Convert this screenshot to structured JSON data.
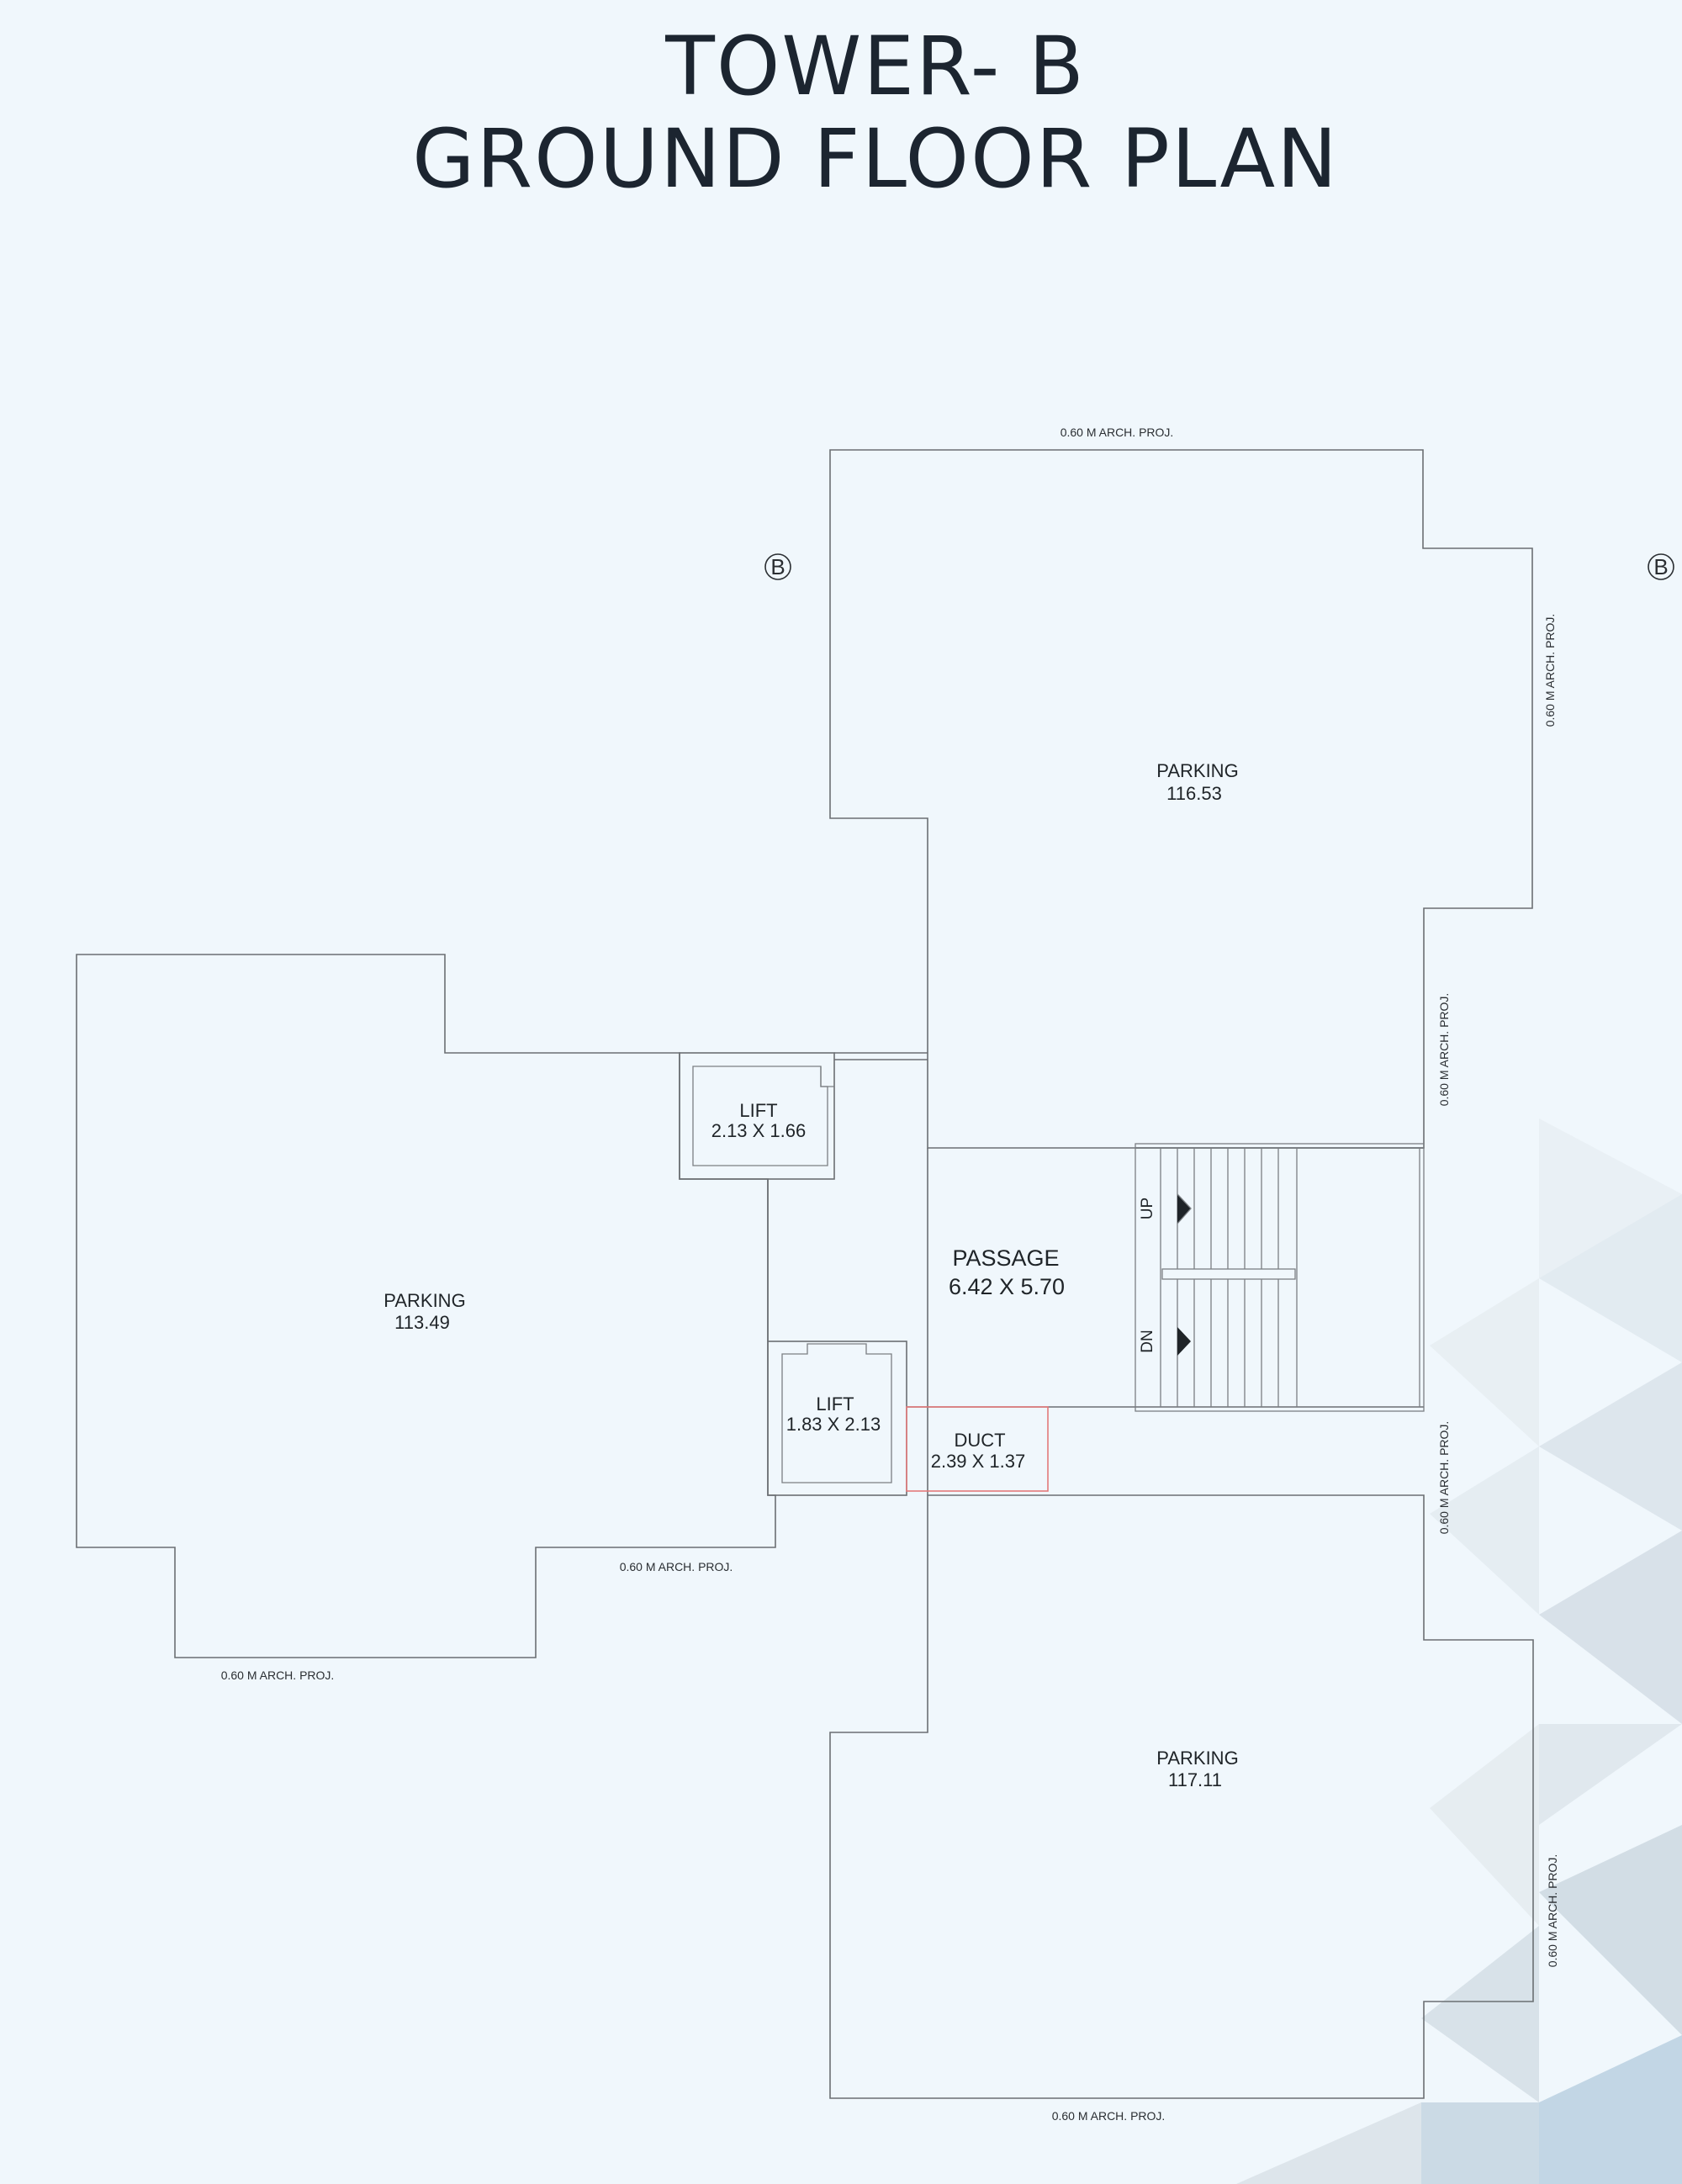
{
  "title": {
    "line1": "TOWER- B",
    "line2": "GROUND FLOOR PLAN"
  },
  "rooms": {
    "parking_top": {
      "name": "PARKING",
      "area": "116.53"
    },
    "parking_left": {
      "name": "PARKING",
      "area": "113.49"
    },
    "parking_bottom": {
      "name": "PARKING",
      "area": "117.11"
    },
    "lift_top": {
      "name": "LIFT",
      "size": "2.13 X 1.66"
    },
    "lift_bottom": {
      "name": "LIFT",
      "size": "1.83 X 2.13"
    },
    "passage": {
      "name": "PASSAGE",
      "size": "6.42 X 5.70"
    },
    "duct": {
      "name": "DUCT",
      "size": "2.39 X 1.37"
    }
  },
  "stairs": {
    "up": "UP",
    "down": "DN"
  },
  "grid_markers": {
    "left": "B",
    "right": "B"
  },
  "projection_label": "0.60 M ARCH. PROJ.",
  "colors": {
    "background": "#f0f7fc",
    "wall": "#6b6f73",
    "duct_outline": "#e47a7a",
    "title": "#1c2530"
  }
}
